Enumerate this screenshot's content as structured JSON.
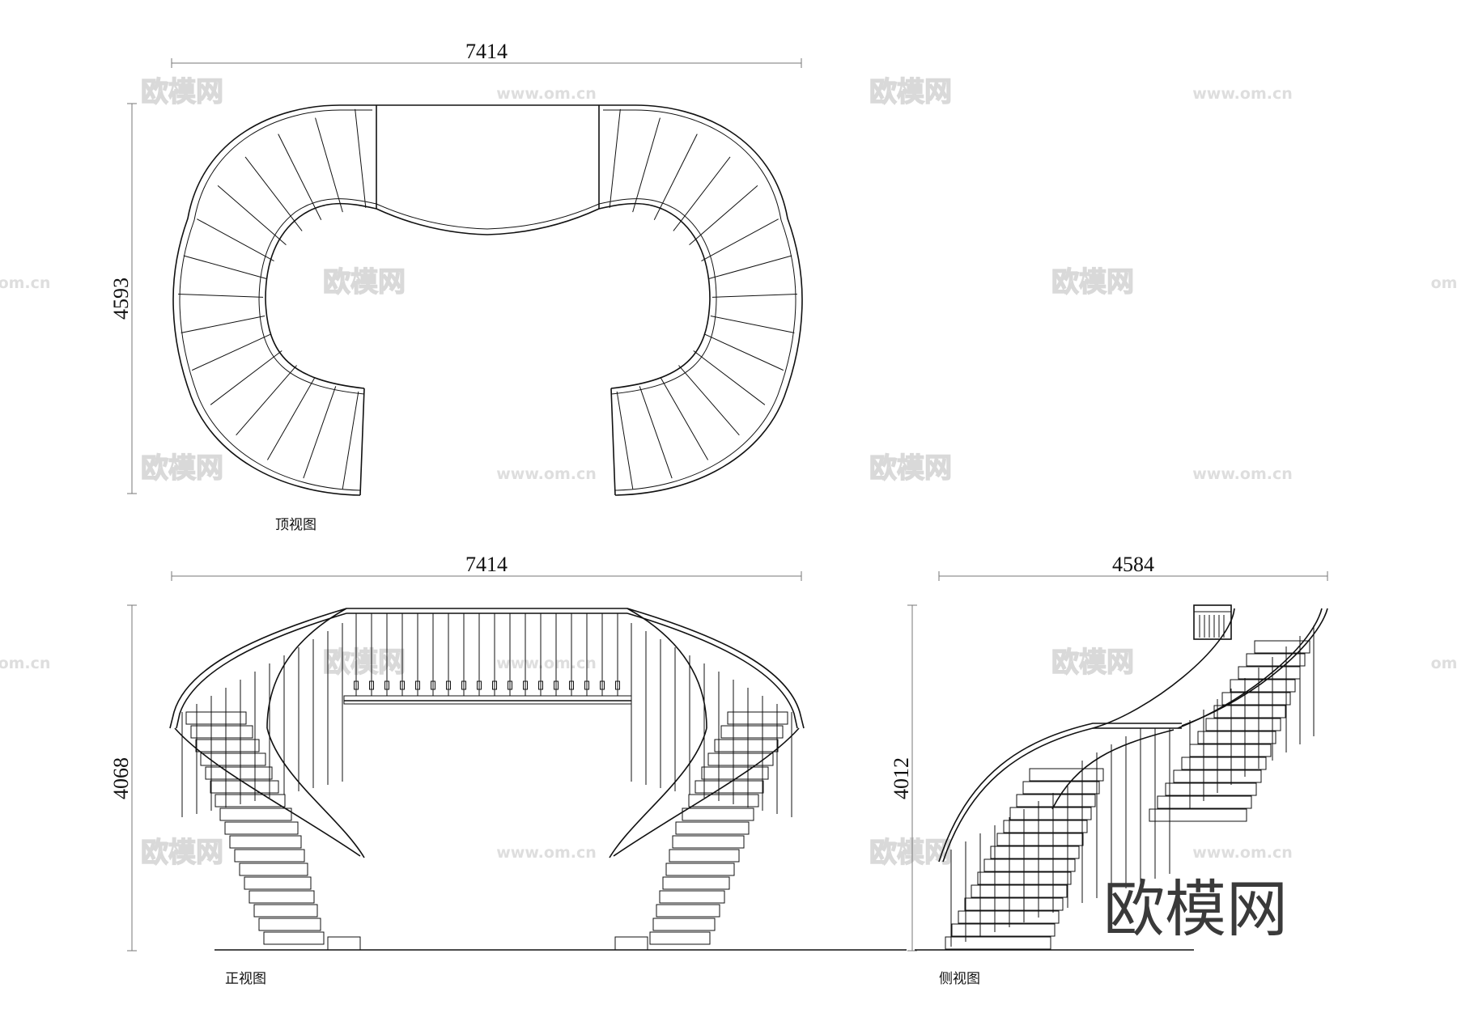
{
  "views": {
    "top": {
      "caption": "顶视图",
      "width_dim": "7414",
      "height_dim": "4593"
    },
    "front": {
      "caption": "正视图",
      "width_dim": "7414",
      "height_dim": "4068"
    },
    "side": {
      "caption": "侧视图",
      "width_dim": "4584",
      "height_dim": "4012"
    }
  },
  "watermark": {
    "cn": "欧模网",
    "url": "www.om.cn",
    "url_edge": "om.cn"
  },
  "brand": "欧模网"
}
